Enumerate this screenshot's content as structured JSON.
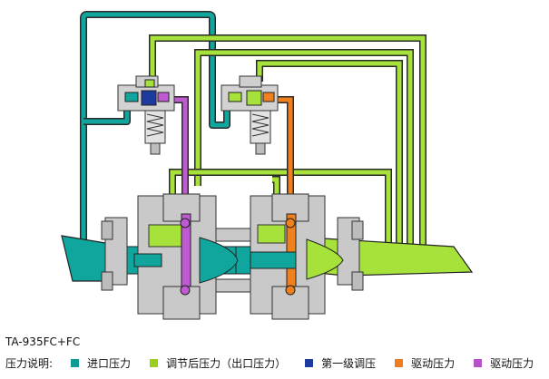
{
  "model": "TA-935FC+FC",
  "legend": {
    "title": "压力说明:",
    "items": [
      {
        "label": "进口压力",
        "color": "#0c9a92"
      },
      {
        "label": "调节后压力（出口压力）",
        "color": "#9acd1c"
      },
      {
        "label": "第一级调压",
        "color": "#1d3b9e"
      },
      {
        "label": "驱动压力",
        "color": "#ee7d1f"
      },
      {
        "label": "驱动压力",
        "color": "#b653c9"
      }
    ]
  },
  "colors": {
    "inlet": "#11a69d",
    "outlet": "#a6e23a",
    "first_stage": "#1d3b9e",
    "drive_orange": "#f07f1e",
    "drive_purple": "#c05ad2",
    "body_grey": "#c9c9c9",
    "outline": "#333333"
  }
}
